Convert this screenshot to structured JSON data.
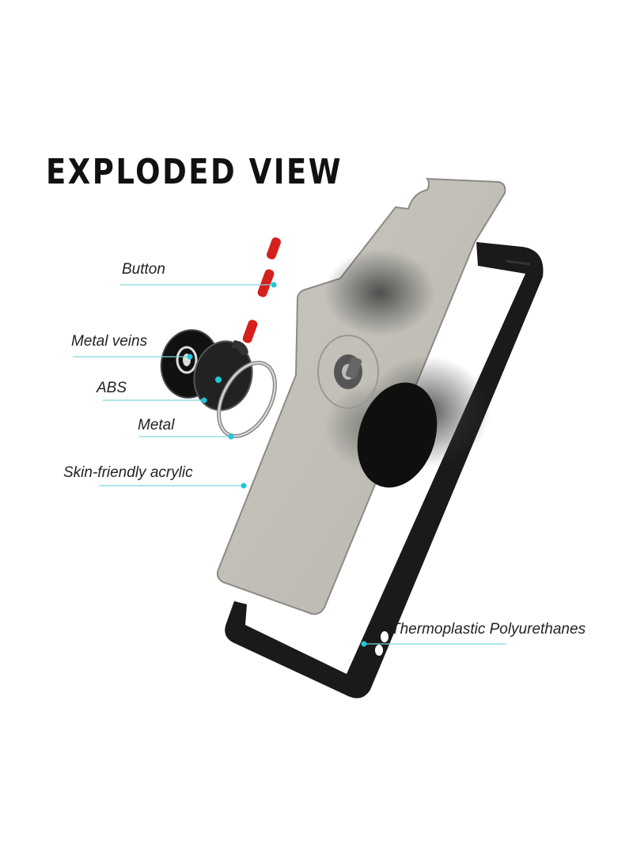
{
  "title": "EXPLODED VIEW",
  "parts": {
    "button": "Button",
    "metal_veins": "Metal veins",
    "abs": "ABS",
    "metal": "Metal",
    "skin_friendly_acrylic": "Skin-friendly acrylic",
    "tpu": "Thermoplastic Polyurethanes"
  },
  "colors": {
    "leader_line": "#7fd6e0",
    "leader_dot": "#1fc7d9",
    "button_red": "#d4211e",
    "frame_black": "#1a1a1a"
  }
}
